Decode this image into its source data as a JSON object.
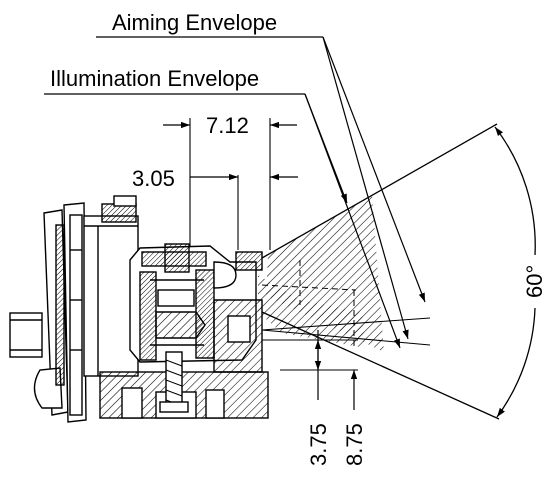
{
  "labels": {
    "aiming_envelope": "Aiming Envelope",
    "illumination_envelope": "Illumination Envelope",
    "dim_7_12": "7.12",
    "dim_3_05": "3.05",
    "dim_3_75": "3.75",
    "dim_8_75": "8.75",
    "angle_60": "60°"
  },
  "colors": {
    "line": "#000000",
    "background": "#ffffff"
  }
}
